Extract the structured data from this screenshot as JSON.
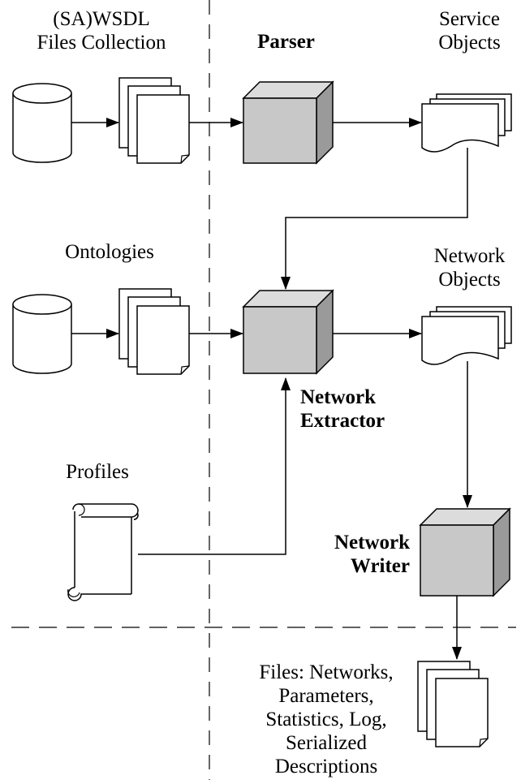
{
  "labels": {
    "wsdl_files": [
      "(SA)WSDL",
      "Files Collection"
    ],
    "parser": "Parser",
    "service_objects": [
      "Service",
      "Objects"
    ],
    "ontologies": "Ontologies",
    "network_objects": [
      "Network",
      "Objects"
    ],
    "network_extractor": [
      "Network",
      "Extractor"
    ],
    "profiles": "Profiles",
    "network_writer": [
      "Network",
      "Writer"
    ],
    "output_files": [
      "Files: Networks,",
      "Parameters,",
      "Statistics, Log,",
      "Serialized",
      "Descriptions"
    ]
  },
  "colors": {
    "cube_front": "#c8c8c8",
    "cube_top": "#dcdcdc",
    "cube_side": "#9a9a9a",
    "stroke": "#000000",
    "background": "#ffffff"
  }
}
